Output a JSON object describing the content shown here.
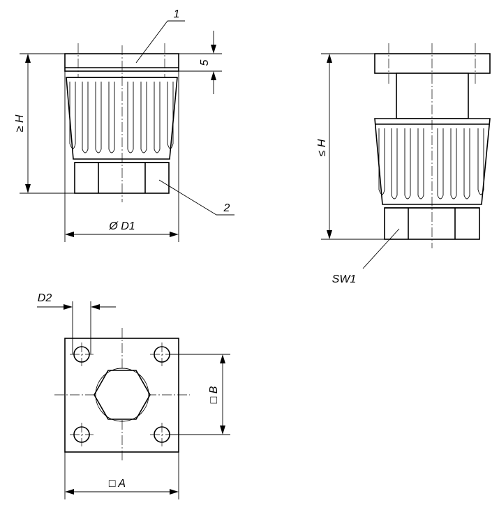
{
  "drawing": {
    "callouts": {
      "part_1": "1",
      "part_2": "2",
      "sw1": "SW1"
    },
    "dimensions": {
      "height_min": "≥ H",
      "height_max": "≤ H",
      "plate_thickness": "5",
      "diameter_d1": "Ø D1",
      "hole_d2": "D2",
      "square_b": "□ B",
      "square_a": "□ A"
    }
  }
}
